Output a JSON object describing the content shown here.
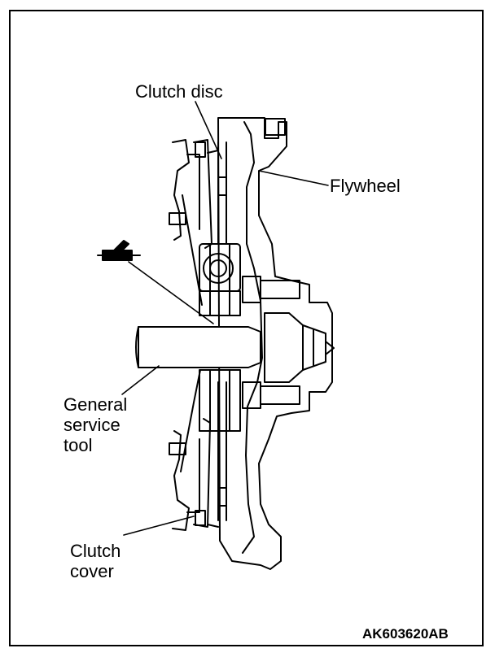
{
  "labels": {
    "clutch_disc": "Clutch disc",
    "flywheel": "Flywheel",
    "general_service_tool": "General\nservice\ntool",
    "clutch_cover": "Clutch\ncover"
  },
  "figure_code": "AK603620AB",
  "icons": {
    "grease": "grease-gun-icon"
  }
}
